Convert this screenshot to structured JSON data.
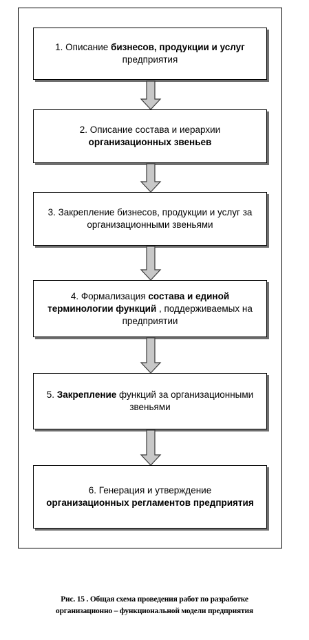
{
  "steps": [
    {
      "a": "1. Описание ",
      "b": "бизнесов, продукции и услуг",
      "c": " предприятия"
    },
    {
      "a": "2. Описание состава и иерархии ",
      "b": "организационных звеньев",
      "c": ""
    },
    {
      "a": "3. Закрепление бизнесов, продукции и услуг за организационными звеньями",
      "b": "",
      "c": ""
    },
    {
      "a": "4. Формализация ",
      "b": "состава и единой терминологии функций",
      "c": "  , поддерживаемых на предприятии"
    },
    {
      "a": "5. ",
      "b": "Закрепление",
      "c": " функций за организационными звеньями"
    },
    {
      "a": "6. Генерация и утверждение ",
      "b": "организационных регламентов предприятия",
      "c": ""
    }
  ],
  "caption": {
    "line1": "Рис. 15 . Общая схема проведения работ по разработке",
    "line2": "организационно – функциональной модели предприятия"
  }
}
